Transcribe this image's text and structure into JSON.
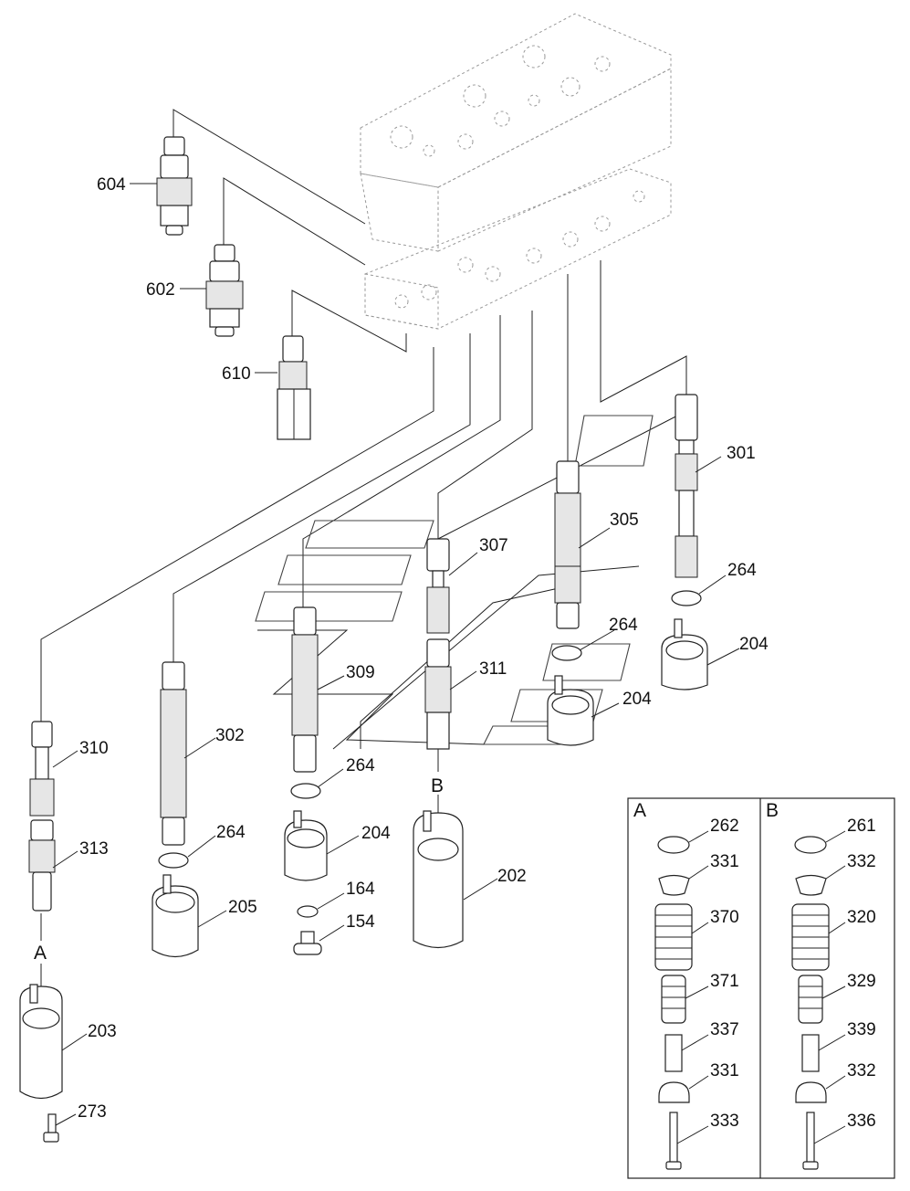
{
  "labels": {
    "l604": "604",
    "l602": "602",
    "l610": "610",
    "l301": "301",
    "l305": "305",
    "l307": "307",
    "l264a": "264",
    "l264b": "264",
    "l264c": "264",
    "l264d": "264",
    "l204a": "204",
    "l204b": "204",
    "l204c": "204",
    "l309": "309",
    "l311": "311",
    "l302": "302",
    "l310": "310",
    "l313": "313",
    "l205": "205",
    "l164": "164",
    "l154": "154",
    "l202": "202",
    "l203": "203",
    "l273": "273",
    "markA": "A",
    "markB": "B"
  },
  "inset": {
    "a_title": "A",
    "b_title": "B",
    "a_parts": [
      "262",
      "331",
      "370",
      "371",
      "337",
      "331",
      "333"
    ],
    "b_parts": [
      "261",
      "332",
      "320",
      "329",
      "339",
      "332",
      "336"
    ]
  }
}
